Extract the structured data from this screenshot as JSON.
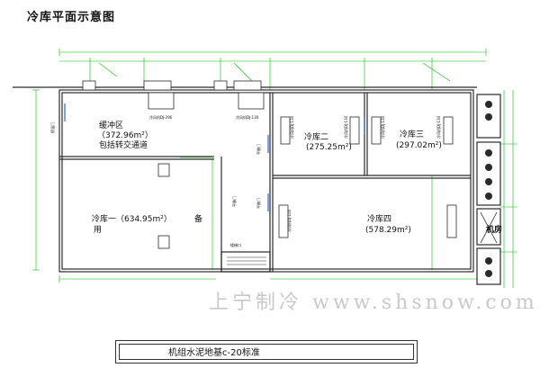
{
  "title": "冷库平面示意图",
  "rooms": {
    "buffer": {
      "name": "缓冲区",
      "area": "（372.96m²）",
      "note": "包括转交通道"
    },
    "room1": {
      "name": "冷库一（634.95m²）",
      "note1": "备",
      "note2": "用"
    },
    "room2": {
      "name": "冷库二",
      "area": "(275.25m²)"
    },
    "room3": {
      "name": "冷库三",
      "area": "(297.02m²)"
    },
    "room4": {
      "name": "冷库四",
      "area": "(578.29m²)"
    }
  },
  "small_labels": {
    "evap_top1": "冷风机DJ-296",
    "evap_top2": "冷风机DJ-130",
    "evap_a": "冷风机DJ-130",
    "evap_b": "冷风机DJ-130",
    "evap_c": "冷风机DJ-130",
    "evap_d": "冷风机DJ-130",
    "evap_e": "冷风机DJ-100",
    "door1": "平移门",
    "door2": "平移门",
    "door3": "平移门",
    "stair": "楼梯口",
    "wall_left": "保温门"
  },
  "plant": {
    "label": "机房"
  },
  "footer": {
    "text": "机组水泥地基c-20标准"
  },
  "watermark": "上宁制冷  www.shsnow.com",
  "colors": {
    "wall": "#2a2a2a",
    "dim": "#00c000",
    "accent": "#0044cc"
  }
}
